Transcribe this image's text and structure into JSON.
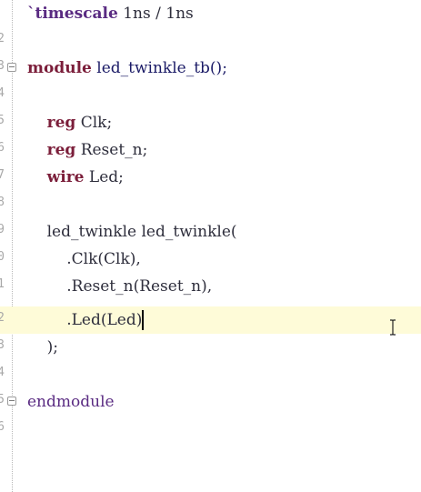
{
  "editor": {
    "lines": [
      {
        "num": "",
        "parts": {
          "directive": "`timescale",
          "text": " 1ns / 1ns"
        }
      },
      {
        "num": "2"
      },
      {
        "num": "3",
        "parts": {
          "keyword": "module",
          "text": " led_twinkle_tb();"
        }
      },
      {
        "num": "4"
      },
      {
        "num": "5",
        "parts": {
          "indent": "    ",
          "keyword": "reg",
          "text": " Clk;"
        }
      },
      {
        "num": "6",
        "parts": {
          "indent": "    ",
          "keyword": "reg",
          "text": " Reset_n;"
        }
      },
      {
        "num": "7",
        "parts": {
          "indent": "    ",
          "keyword": "wire",
          "text": " Led;"
        }
      },
      {
        "num": "8"
      },
      {
        "num": "9",
        "parts": {
          "indent": "    ",
          "text": "led_twinkle led_twinkle("
        }
      },
      {
        "num": "0",
        "parts": {
          "indent": "        ",
          "text": ".Clk(Clk),"
        }
      },
      {
        "num": "1",
        "parts": {
          "indent": "        ",
          "text": ".Reset_n(Reset_n),"
        }
      },
      {
        "num": "2",
        "parts": {
          "indent": "        ",
          "text": ".Led(Led)"
        }
      },
      {
        "num": "3",
        "parts": {
          "indent": "    ",
          "text": ");"
        }
      },
      {
        "num": "4"
      },
      {
        "num": "5",
        "parts": {
          "keyword": "endmodule"
        }
      },
      {
        "num": "6"
      }
    ],
    "current_line_color": "#fefbd8",
    "keyword_color": "#7b1e3a",
    "directive_color": "#5a2b82",
    "icons": {
      "fold_marker": "fold-minus-icon",
      "mouse_cursor": "text-ibeam-cursor-icon"
    }
  }
}
